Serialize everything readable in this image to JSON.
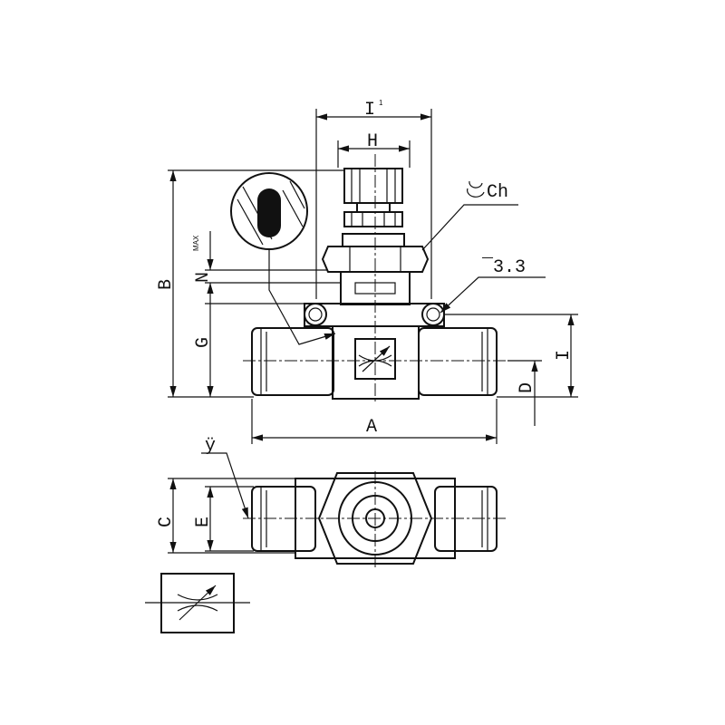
{
  "labels": {
    "I1": "I",
    "I1_sup": "1",
    "H": "H",
    "Ch": "Ch",
    "B": "B",
    "N": "N",
    "N_sup": "MAX",
    "hole": "¯3.3",
    "G": "G",
    "I": "I",
    "D": "D",
    "A": "A",
    "tube": "ÿ",
    "C": "C",
    "E": "E"
  },
  "colors": {
    "line": "#111111",
    "background": "#ffffff"
  }
}
